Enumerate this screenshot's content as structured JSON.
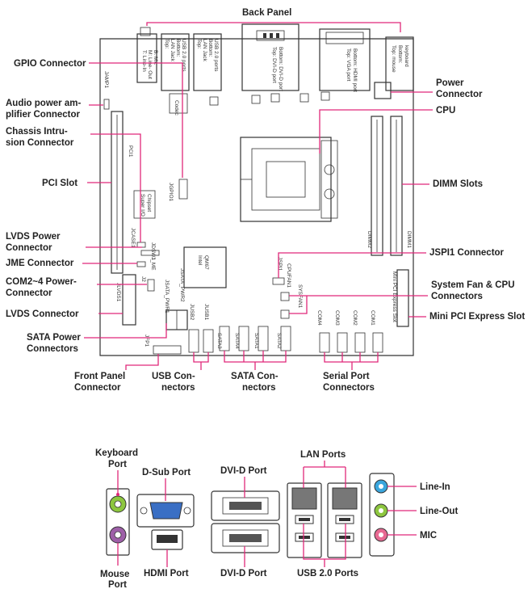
{
  "board": {
    "callouts": {
      "back_panel": "Back Panel",
      "gpio": "GPIO Connector",
      "audio_power_1": "Audio power am-",
      "audio_power_2": "plifier Connector",
      "chassis_1": "Chassis Intru-",
      "chassis_2": "sion Connector",
      "pci_slot": "PCI Slot",
      "lvds_power_1": "LVDS    Power",
      "lvds_power_2": "Connector",
      "jme": "JME Connector",
      "com_power_1": "COM2~4 Power-",
      "com_power_2": "Connector",
      "lvds": "LVDS Connector",
      "sata_power_1": "SATA Power",
      "sata_power_2": "Connectors",
      "front_panel_1": "Front Panel",
      "front_panel_2": "Connector",
      "usb_1": "USB  Con-",
      "usb_2": "nectors",
      "sata_conn_1": "SATA Con-",
      "sata_conn_2": "nectors",
      "serial_1": "Serial Port",
      "serial_2": "Connectors",
      "power_1": "Power",
      "power_2": "Connector",
      "cpu": "CPU",
      "dimm": "DIMM Slots",
      "jspi1": "JSPI1 Connector",
      "sysfan_1": "System Fan & CPU",
      "sysfan_2": "Connectors",
      "mini_pci": "Mini PCI Express Slot"
    },
    "silkscreen": {
      "jamp1": "JAMP1",
      "audio_jack_1": "T: Line-In",
      "audio_jack_2": "M: Line- Out",
      "audio_jack_3": "B: Mic",
      "lan_usb_1": "Top:",
      "lan_usb_2": "LAN Jack",
      "lan_usb_3": "Bottom:",
      "lan_usb_4": "USB 2.0 ports",
      "dvi_1": "Top: DVI-D port",
      "dvi_2": "Bottom: DVI-D port",
      "vga_1": "Top: VGA port",
      "vga_2": "Bottom: HDMI port",
      "kbd_1": "Top: mouse",
      "kbd_2": "Bottom:",
      "kbd_3": "keyboard",
      "codec": "Codec",
      "pci1": "PCI1",
      "jgpio1": "JGPIO1",
      "superio_1": "Super I/O",
      "superio_2": "Chipset",
      "jcase1": "JCASE1",
      "jdsw1": "JDSW1",
      "jme": "J_ME",
      "j2": "J2",
      "jlvds1": "JLVDS1",
      "intel_1": "Intel",
      "intel_2": "QM67",
      "jsata_pwr1": "JSATA_PWR1",
      "jsata_pwr2": "JSATA_PWR2",
      "jusb2": "JUSB2",
      "jusb1": "JUSB1",
      "jfp1": "JFP1",
      "sata3": "SATA3",
      "sata4": "SATA4",
      "sata1": "SATA1",
      "sata2": "SATA2",
      "jspi1": "JSPI1",
      "cpufan1": "CPUFAN1",
      "sysfan1": "SYSFAN1",
      "com4": "COM4",
      "com3": "COM3",
      "com2": "COM2",
      "com1": "COM1",
      "dimm2": "DIMM2",
      "dimm1": "DIMM1",
      "minipcie": "Mini PCI Express Slot"
    }
  },
  "io_panel": {
    "labels": {
      "keyboard_1": "Keyboard",
      "keyboard_2": "Port",
      "dsub": "D-Sub Port",
      "dvi_top": "DVI-D Port",
      "lan": "LAN Ports",
      "line_in": "Line-In",
      "line_out": "Line-Out",
      "mic": "MIC",
      "mouse_1": "Mouse",
      "mouse_2": "Port",
      "hdmi": "HDMI Port",
      "dvi_bottom": "DVI-D Port",
      "usb": "USB 2.0 Ports"
    }
  },
  "colors": {
    "leader": "#e0287a",
    "ps2_keyboard": "#8dc63f",
    "ps2_mouse": "#9e5fa8",
    "vga": "#3a6fc4",
    "line_in": "#3aa6dd",
    "line_out": "#8dc63f",
    "mic": "#e86a93"
  }
}
